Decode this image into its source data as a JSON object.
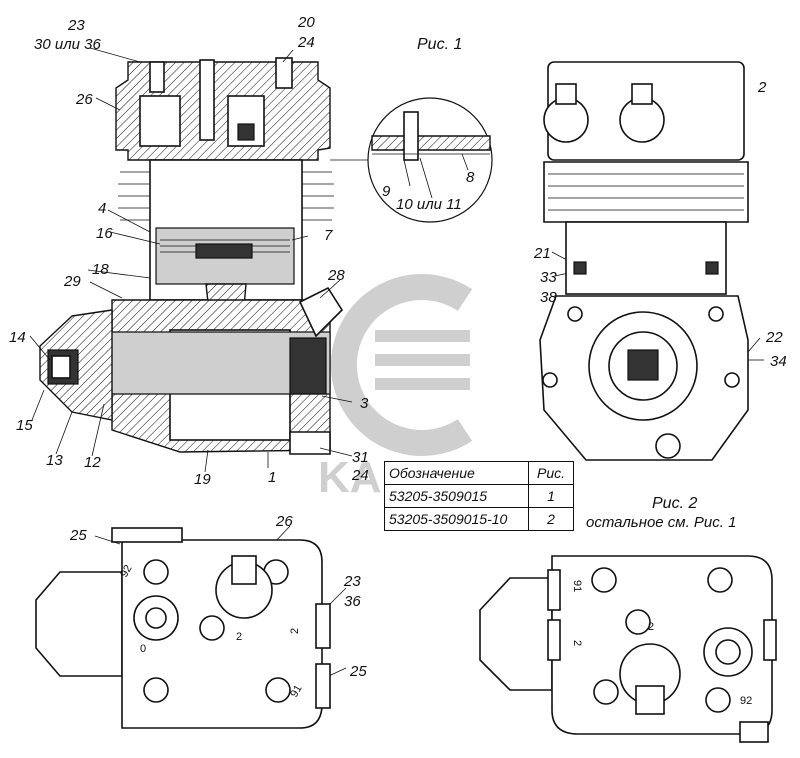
{
  "figure1": {
    "caption": "Рис. 1"
  },
  "figure2": {
    "caption": "Рис. 2",
    "note": "остальное см. Рис. 1"
  },
  "callouts": {
    "c23": "23",
    "c30or36": "30 или 36",
    "c20": "20",
    "c24a": "24",
    "c26a": "26",
    "c4": "4",
    "c16": "16",
    "c7": "7",
    "c18": "18",
    "c29": "29",
    "c28": "28",
    "c14": "14",
    "c15": "15",
    "c13": "13",
    "c12": "12",
    "c19": "19",
    "c1": "1",
    "c3": "3",
    "c31": "31",
    "c24b": "24",
    "c9": "9",
    "c10or11": "10 или 11",
    "c8": "8",
    "c2": "2",
    "c21": "21",
    "c33": "33",
    "c38": "38",
    "c22": "22",
    "c34": "34",
    "c25a": "25",
    "c26b": "26",
    "c23b": "23",
    "c36": "36",
    "c25b": "25"
  },
  "plate_marks": {
    "m92a": "92",
    "m2a": "2",
    "m2b": "2",
    "m0a": "0",
    "m91a": "91",
    "m91b": "91",
    "m2c": "2",
    "m2d": "2",
    "m92b": "92"
  },
  "watermark": {
    "text": "KAMAZ"
  },
  "table": {
    "header": {
      "designation": "Обозначение",
      "fig": "Рис."
    },
    "rows": [
      {
        "designation": "53205-3509015",
        "fig": "1"
      },
      {
        "designation": "53205-3509015-10",
        "fig": "2"
      }
    ]
  }
}
